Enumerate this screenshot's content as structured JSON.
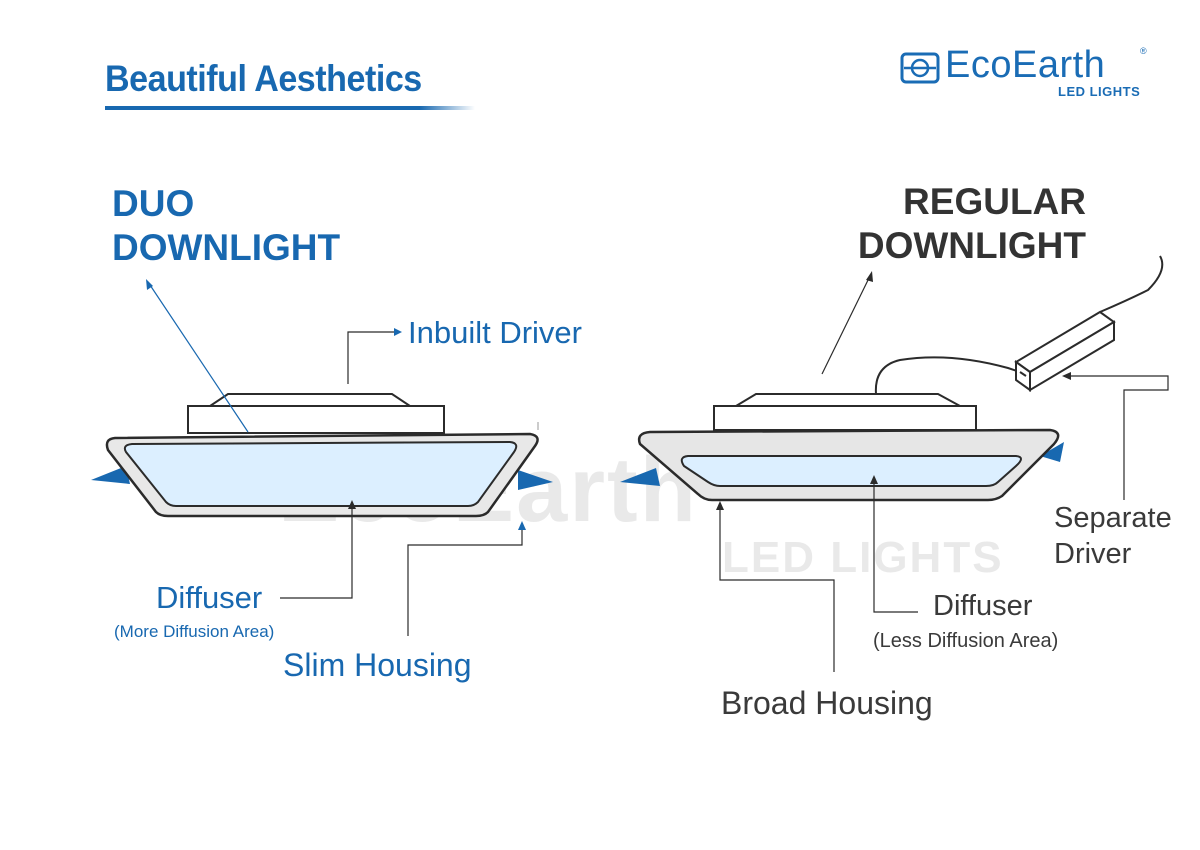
{
  "header": {
    "title": "Beautiful Aesthetics",
    "brand_name": "EcoEarth",
    "brand_sub": "LED LIGHTS",
    "brand_reg": "®"
  },
  "duo": {
    "heading_line1": "DUO",
    "heading_line2": "DOWNLIGHT",
    "label_driver": "Inbuilt Driver",
    "label_diffuser": "Diffuser",
    "label_diffuser_note": "(More Diffusion Area)",
    "label_housing": "Slim Housing"
  },
  "regular": {
    "heading_line1": "REGULAR",
    "heading_line2": "DOWNLIGHT",
    "label_driver_line1": "Separate",
    "label_driver_line2": "Driver",
    "label_diffuser": "Diffuser",
    "label_diffuser_note": "(Less Diffusion Area)",
    "label_housing": "Broad Housing"
  },
  "watermark": {
    "text": "EcoEarth",
    "sub": "LED LIGHTS",
    "reg": "®"
  },
  "colors": {
    "brand_blue": "#1868b0",
    "dark_text": "#333333",
    "diffuser_fill": "#dcefff",
    "housing_fill": "#e6e6e6",
    "outline": "#2b2b2b"
  }
}
